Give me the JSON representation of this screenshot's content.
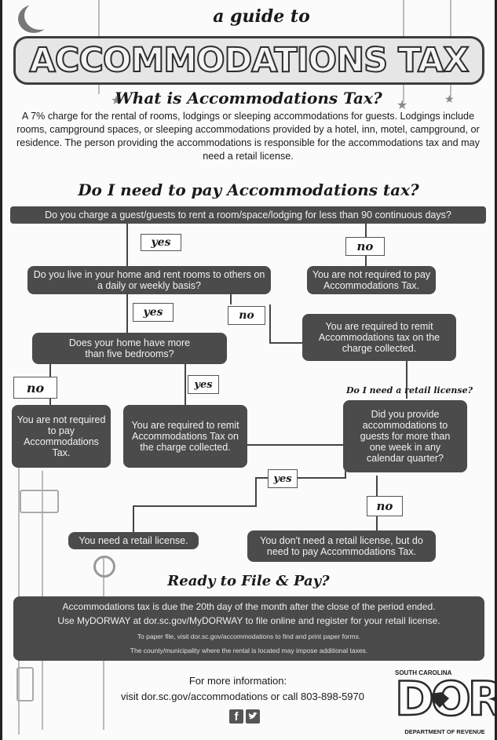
{
  "header": {
    "subtitle": "a guide to",
    "title": "ACCOMMODATIONS TAX"
  },
  "intro": {
    "heading": "What is Accommodations Tax?",
    "body": "A 7% charge for the rental of rooms, lodgings or sleeping accommodations for guests. Lodgings include rooms, campground spaces, or sleeping accommodations provided by a hotel, inn, motel, campground, or residence. The person providing the accommodations is responsible for the accommodations tax and may need a retail license."
  },
  "flow": {
    "heading": "Do I need to pay Accommodations tax?",
    "q1": "Do you charge a guest/guests to rent a room/space/lodging for less than 90 continuous days?",
    "q2": "Do you live in your home and rent rooms to others on a daily or weekly basis?",
    "q3": "Does your home have more than five bedrooms?",
    "not_required_right": "You are not required to pay Accommodations Tax.",
    "required_right": "You are required to remit Accommodations tax on the charge collected.",
    "not_required_left": "You are not required to pay Accommodations Tax.",
    "required_middle": "You are required to remit Accommodations Tax on the charge collected.",
    "retail_question_label": "Do I need a retail license?",
    "q4": "Did you provide accommodations to guests for more than one week in any calendar quarter?",
    "need_license": "You need a retail license.",
    "no_license": "You don't need a retail license, but do need to pay Accommodations Tax.",
    "yes": "yes",
    "no": "no"
  },
  "ready": {
    "heading": "Ready to File & Pay?",
    "line1": "Accommodations tax is due the 20th day of the month after the close of the period ended.",
    "line2": "Use MyDORWAY at dor.sc.gov/MyDORWAY to file online and register for your retail license.",
    "line3": "To paper file, visit dor.sc.gov/accommodations to find and print paper forms.",
    "line4": "The county/municipality where the rental is located may impose additional taxes."
  },
  "footer": {
    "more_info": "For more information:",
    "contact": "visit dor.sc.gov/accommodations or call 803-898-5970",
    "state": "SOUTH CAROLINA",
    "logo": "DOR",
    "department": "DEPARTMENT OF REVENUE",
    "social_f": "f"
  }
}
